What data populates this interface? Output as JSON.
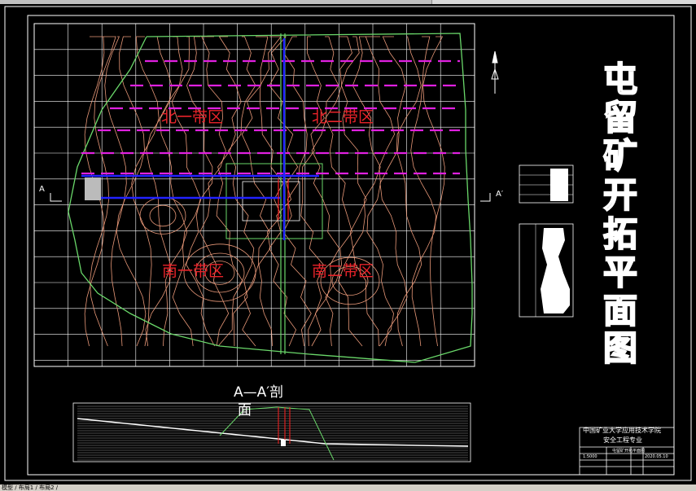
{
  "title_block": {
    "characters": [
      "屯",
      "留",
      "矿",
      "开",
      "拓",
      "平",
      "面",
      "图"
    ],
    "school": "中国矿业大学应用技术学院",
    "major": "安全工程专业",
    "drawing_name": "屯留矿开拓平面图",
    "scale": "1:5000",
    "date": "2020.05.10"
  },
  "zones": {
    "north1": "北一带区",
    "north2": "北二带区",
    "south1": "南一带区",
    "south2": "南二带区"
  },
  "section": {
    "title_line1": "A—A′剖",
    "title_line2": "面",
    "mark_left": "A",
    "mark_right": "A′"
  },
  "statusbar": {
    "tabs": [
      "模型",
      "布局1",
      "布局2"
    ],
    "text": "模型 ∕ 布局1 ∕ 布局2 ∕"
  },
  "colors": {
    "background": "#000000",
    "grid": "#ffffff",
    "contour": "#e89878",
    "boundary": "#6ad86a",
    "roadway_blue": "#2222ff",
    "roadway_magenta": "#e020e0",
    "zone_text": "#e8232a"
  }
}
